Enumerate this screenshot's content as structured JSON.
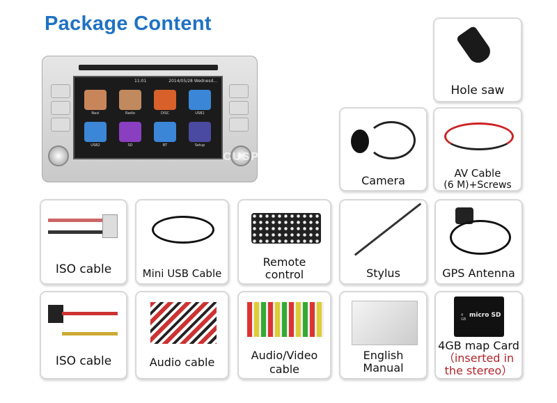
{
  "title": "Package Content",
  "head_unit": {
    "status_time": "11:01",
    "status_date": "2014/05/28 Wednesd...",
    "apps": [
      {
        "label": "Navi",
        "color": "#c9855a"
      },
      {
        "label": "Radio",
        "color": "#c08a5e"
      },
      {
        "label": "DISC",
        "color": "#d8602a"
      },
      {
        "label": "USB1",
        "color": "#3b86d6"
      },
      {
        "label": "USB2",
        "color": "#3b86d6"
      },
      {
        "label": "SD",
        "color": "#8a3fc0"
      },
      {
        "label": "BT",
        "color": "#3b86d6"
      },
      {
        "label": "Setup",
        "color": "#4a4aa0"
      }
    ],
    "watermark": "CUSP"
  },
  "items": {
    "hole_saw": "Hole saw",
    "camera": "Camera",
    "av_cable_1": "AV Cable",
    "av_cable_2": "(6 M)+Screws",
    "iso_cable_1": "ISO cable",
    "mini_usb": "Mini USB Cable",
    "remote_1": "Remote",
    "remote_2": "control",
    "stylus": "Stylus",
    "gps": "GPS Antenna",
    "iso_cable_2": "ISO cable",
    "audio_cable": "Audio cable",
    "av_video_1": "Audio/Video",
    "av_video_2": "cable",
    "manual_1": "English",
    "manual_2": "Manual",
    "map_card": "4GB map Card",
    "map_note_1": "（inserted in",
    "map_note_2": "the stereo）",
    "sd_text": "micro SD",
    "sd_size": "4 GB"
  }
}
